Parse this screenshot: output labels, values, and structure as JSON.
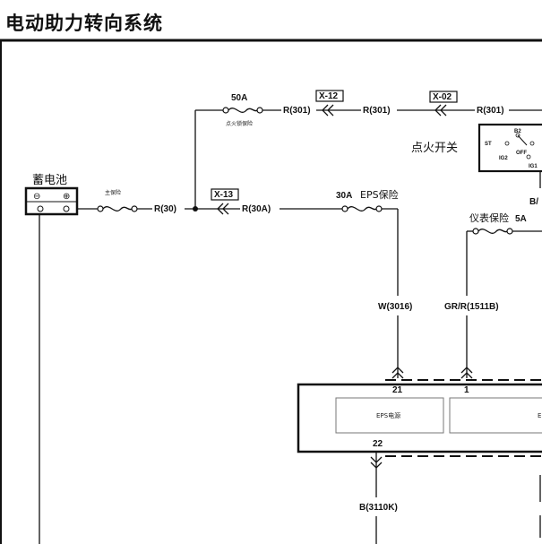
{
  "title": "电动助力转向系统",
  "battery": {
    "label": "蓄电池",
    "minus": "⊖",
    "plus": "⊕"
  },
  "fuses": {
    "main": {
      "label": "主保险"
    },
    "ignition": {
      "rating": "50A",
      "label": "点火锁保险"
    },
    "eps": {
      "rating": "30A",
      "label": "EPS保险"
    },
    "meter": {
      "label": "仪表保险",
      "rating": "5A"
    }
  },
  "connectors": {
    "x12": "X-12",
    "x02": "X-02",
    "x13": "X-13"
  },
  "wires": {
    "r301_a": "R(301)",
    "r301_b": "R(301)",
    "r301_c": "R(301)",
    "r30": "R(30)",
    "r30a": "R(30A)",
    "w3016": "W(3016)",
    "grr1511b": "GR/R(1511B)",
    "b3110k": "B(3110K)",
    "bm_partial": "B/"
  },
  "ignition_switch": {
    "label": "点火开关",
    "pos_st": "ST",
    "pos_b2": "B2",
    "pos_ig2": "IG2",
    "pos_off": "OFF",
    "pos_ig1": "IG1"
  },
  "module": {
    "pin21": "21",
    "pin1": "1",
    "pin22": "22",
    "eps_power": "EPS电源",
    "partial_label": "E"
  }
}
